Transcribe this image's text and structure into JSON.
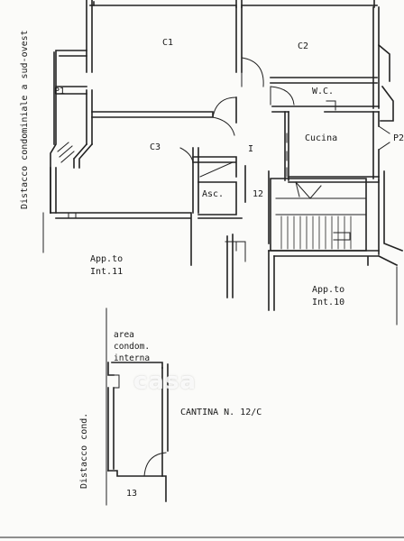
{
  "rooms": {
    "c1": "C1",
    "c2": "C2",
    "c3": "C3",
    "p1": "P1",
    "p2": "P2",
    "wc": "W.C.",
    "cucina": "Cucina",
    "asc": "Asc.",
    "i": "I",
    "stair_number": "12"
  },
  "labels": {
    "distacco_sud_ovest": "Distacco condominiale a sud-ovest",
    "app_int11_line1": "App.to",
    "app_int11_line2": "Int.11",
    "app_int10_line1": "App.to",
    "app_int10_line2": "Int.10",
    "area_line1": "area",
    "area_line2": "condom.",
    "area_line3": "interna",
    "distacco_cond": "Distacco cond.",
    "cantina": "CANTINA N.  12/C",
    "cantina_number": "13"
  },
  "watermark": "casa"
}
